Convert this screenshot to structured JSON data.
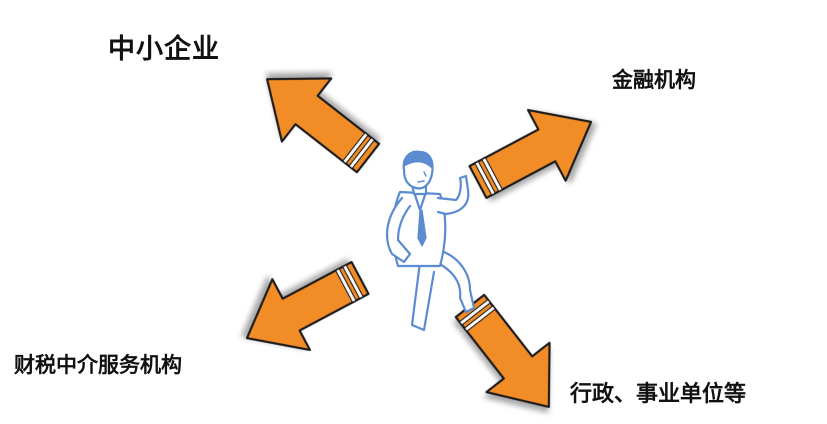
{
  "labels": {
    "top_left": "中小企业",
    "top_right": "金融机构",
    "bottom_left": "财税中介服务机构",
    "bottom_right": "行政、事业单位等"
  },
  "colors": {
    "arrow_fill": "#F28C28",
    "arrow_stroke": "#1a1a1a",
    "arrow_band": "#ffffff",
    "figure_stroke": "#5B8BD0",
    "figure_fill": "#ffffff"
  },
  "figure": {
    "icon": "businessman-pointing-icon"
  }
}
